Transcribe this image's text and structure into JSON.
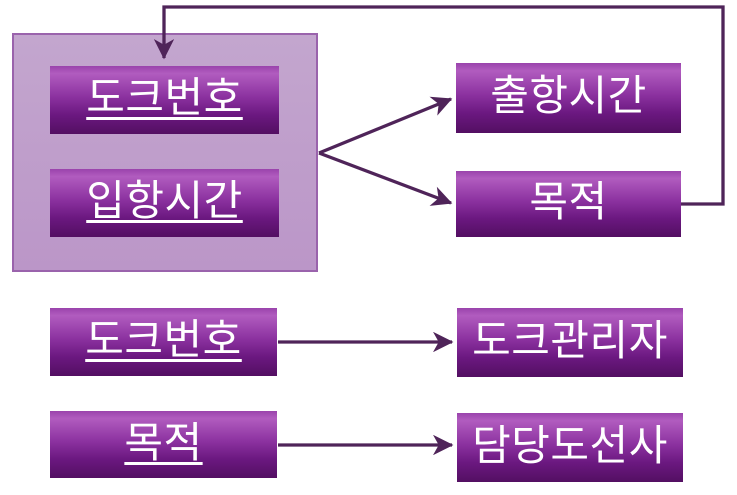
{
  "diagram_kind": "functional-dependency-diagram",
  "nodes": {
    "dock_number_key": {
      "label": "도크번호",
      "underlined": true
    },
    "arrival_time": {
      "label": "입항시간",
      "underlined": true
    },
    "departure_time": {
      "label": "출항시간",
      "underlined": false
    },
    "purpose": {
      "label": "목적",
      "underlined": false
    },
    "dock_number_2": {
      "label": "도크번호",
      "underlined": true
    },
    "dock_manager": {
      "label": "도크관리자",
      "underlined": false
    },
    "purpose_2": {
      "label": "목적",
      "underlined": true
    },
    "pilot": {
      "label": "담당도선사",
      "underlined": false
    }
  },
  "edges": [
    {
      "from": "purpose",
      "to": "dock_number_key",
      "shape": "right-angle-loop-over-top"
    },
    {
      "from": "determinant_group",
      "to": "departure_time",
      "shape": "fork-branch"
    },
    {
      "from": "determinant_group",
      "to": "purpose",
      "shape": "fork-branch"
    },
    {
      "from": "dock_number_2",
      "to": "dock_manager",
      "shape": "straight"
    },
    {
      "from": "purpose_2",
      "to": "pilot",
      "shape": "straight"
    }
  ],
  "colors": {
    "background": "#ffffff",
    "arrow": "#4f2459",
    "box_text": "#ffffff",
    "box_top": "#9a43ac",
    "box_bright": "#b15cbf",
    "box_mid": "#8c32a0",
    "box_deep": "#6b1880",
    "box_bottom": "#530f62",
    "group_fill": "#bb96c8",
    "group_fill_light": "#c3a6ce",
    "group_border": "#9a63ac"
  }
}
